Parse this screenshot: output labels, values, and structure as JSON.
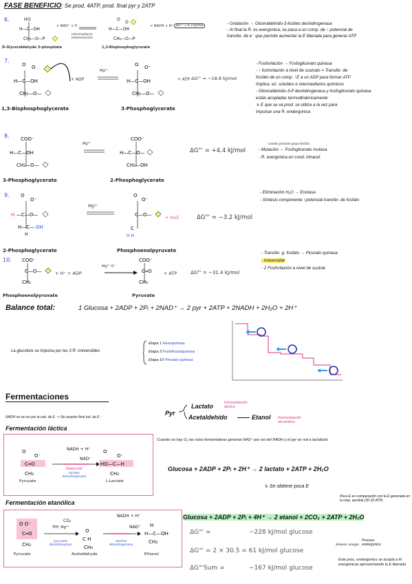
{
  "header": {
    "title": "FASE BENEFICIO",
    "subtitle": ": Se prod. 4ATP, prod. final pyr y 2ATP"
  },
  "step6": {
    "num": "6.",
    "left_label": "D-Glyceraldehyde 3-phosphate",
    "right_label": "1,3-Bisphosphoglycerate",
    "mid_text": "+ NAD⁺ + Pᵢ",
    "intermediate": "Intermediario tiohemiacetal",
    "right_text": "+ NADH + H⁺",
    "dg": "ΔG°' = 6.3 kJ/mol",
    "notes": [
      "- Oxidación → Gliceraldehído-3-fosfato deshidrogenasa",
      "- Al final la R. es exergonica, se pasa a un comp. de ↑ potencial de",
      "  transfer. de e⁻ que permite aumentar la E liberada para generar ATP"
    ]
  },
  "step7": {
    "num": "7.",
    "left_label": "1,3-Bisphosphoglycerate",
    "right_label": "3-Phosphoglycerate",
    "cofactor": "Mg²⁺",
    "plus_left": "+ ADP",
    "plus_right": "+ ATP",
    "dg": "ΔG°' = −18.8 kJ/mol",
    "notes": [
      "- Fosforilación → Fosfoglicerato quinasa",
      "- ↑ fosforilación a nivel de sustrato = Transfer. de",
      "  fosfato de un comp. ↑E a un ADP para formar ATP",
      "  Implica. ez. solubles e intermediarios químicos",
      "- Gliceraldehído-3-P deshidrogenasa y fosfoglicerato quinasa",
      "  están acopladas termodinámicamente",
      "  ↳ E que se va prod. se utiliza a la vez para",
      "    impulsar una R. endergonica"
    ]
  },
  "step8": {
    "num": "8.",
    "left_label": "3-Phosphoglycerate",
    "right_label": "2-Phosphoglycerate",
    "cofactor": "Mg²⁺",
    "dg": "ΔG°' = +4.4 kJ/mol",
    "notes": [
      "- Mutación → Fosfoglicerato mutasa",
      "- R. exergonica en cond. intracel."
    ],
    "note_small": "cambio posición grupo fosfato"
  },
  "step9": {
    "num": "9.",
    "left_label": "2-Phosphoglycerate",
    "right_label": "Phosphoenolpyruvate",
    "cofactor": "Mg²⁺",
    "plus_right": "+ H₂O",
    "dg": "ΔG°' = −3.2 kJ/mol",
    "notes": [
      "- Eliminación H₂O → Enolasa",
      "- Síntesis componente ↑potencial transfer. de fosfato"
    ]
  },
  "step10": {
    "num": "10.",
    "left_label": "Phosphoenolpyruvate",
    "right_label": "Pyruvate",
    "cofactor": "Mg²⁺ K⁺",
    "plus_left": "+ H⁺ + ADP",
    "plus_right": "+ ATP",
    "dg": "ΔG°' = −31.4 kJ/mol",
    "notes": [
      "- Transfer. g. fosfato → Piruvato quinasa",
      "- Irreversible",
      "- 2 Fosforilación a nivel de sustrat."
    ]
  },
  "balance": {
    "label": "Balance total:",
    "equation": "1 Glucosa + 2ADP + 2Pᵢ + 2NAD⁺ → 2 pyr + 2ATP + 2NADH + 2H₂O + 2H⁺"
  },
  "glycolysis_note": {
    "text": "La glucolisis se impulsa por las 3 R. irreversibles",
    "stages": [
      {
        "step": "Etapa 1",
        "enzyme": "Hexoquinasa"
      },
      {
        "step": "Etapa 3",
        "enzyme": "Fosfofructoquinasa"
      },
      {
        "step": "Etapa 10",
        "enzyme": "Piruvato quinasa"
      }
    ]
  },
  "fermentations": {
    "title": "Fermentaciones",
    "pyr": "Pyr",
    "lactato": "Lactato",
    "lactato_note": "Fermentación láctica",
    "acetaldehido": "Acetaldehído",
    "etanol": "Etanol",
    "etanol_note": "Fermentación alcohólica",
    "intro": "NADH no se oxi por la cad. de E⁻ + No aceptor final est. de E⁻",
    "lactic_title": "Fermentación láctica",
    "lactic_note": "Cuando no hay O₂ las rutas fermentativas generan NAD⁺ por oxi del NADH y el pyr se red a lactato/et.",
    "lactic_left": "Pyruvate",
    "lactic_right": "L-Lactate",
    "lactic_enzyme": "lactate dehydrogenase",
    "lactic_cof": "NADH + H⁺",
    "lactic_cof2": "NAD⁺",
    "lactic_red": "Reducción",
    "lactic_eq": "Glucosa + 2ADP + 2Pᵢ + 2H⁺ → 2 lactato + 2ATP + 2H₂O",
    "lactic_result": "Se obtiene poca E",
    "ethanol_title": "Fermentación etanólica",
    "eth_left": "Pyruvate",
    "eth_mid": "Acetaldehyde",
    "eth_right": "Ethanol",
    "eth_co2": "CO₂",
    "eth_tpp": "TPP, Mg²⁺",
    "eth_enz1": "pyruvate decarboxylase",
    "eth_enz2": "alcohol dehydrogenase",
    "eth_cof": "NADH + H⁺",
    "eth_cof2": "NAD⁺",
    "eth_eq": "Glucosa + 2ADP + 2Pᵢ + 4H⁺ → 2 etanol + 2CO₂ + 2ATP + 2H₂O",
    "eth_note_top": "Poca E en comparación con la E generada en la resp. aerobia (30-32 ATP)",
    "dg_rows": [
      {
        "label": "ΔG°' =",
        "value": "−228 kJ/mol glucose"
      },
      {
        "label": "ΔG°' = 2 × 30.5 = 61 kJ/mol glucose",
        "value": ""
      },
      {
        "label": "ΔG°'Sum =",
        "value": "−167 kJ/mol glucose"
      }
    ],
    "side_note1": "Síntesis: energía",
    "side_note2": "Proceso endergonico",
    "final_note": "Este proc. endergonico se acopla a R. exergonicas aprovechando la E liberada"
  }
}
